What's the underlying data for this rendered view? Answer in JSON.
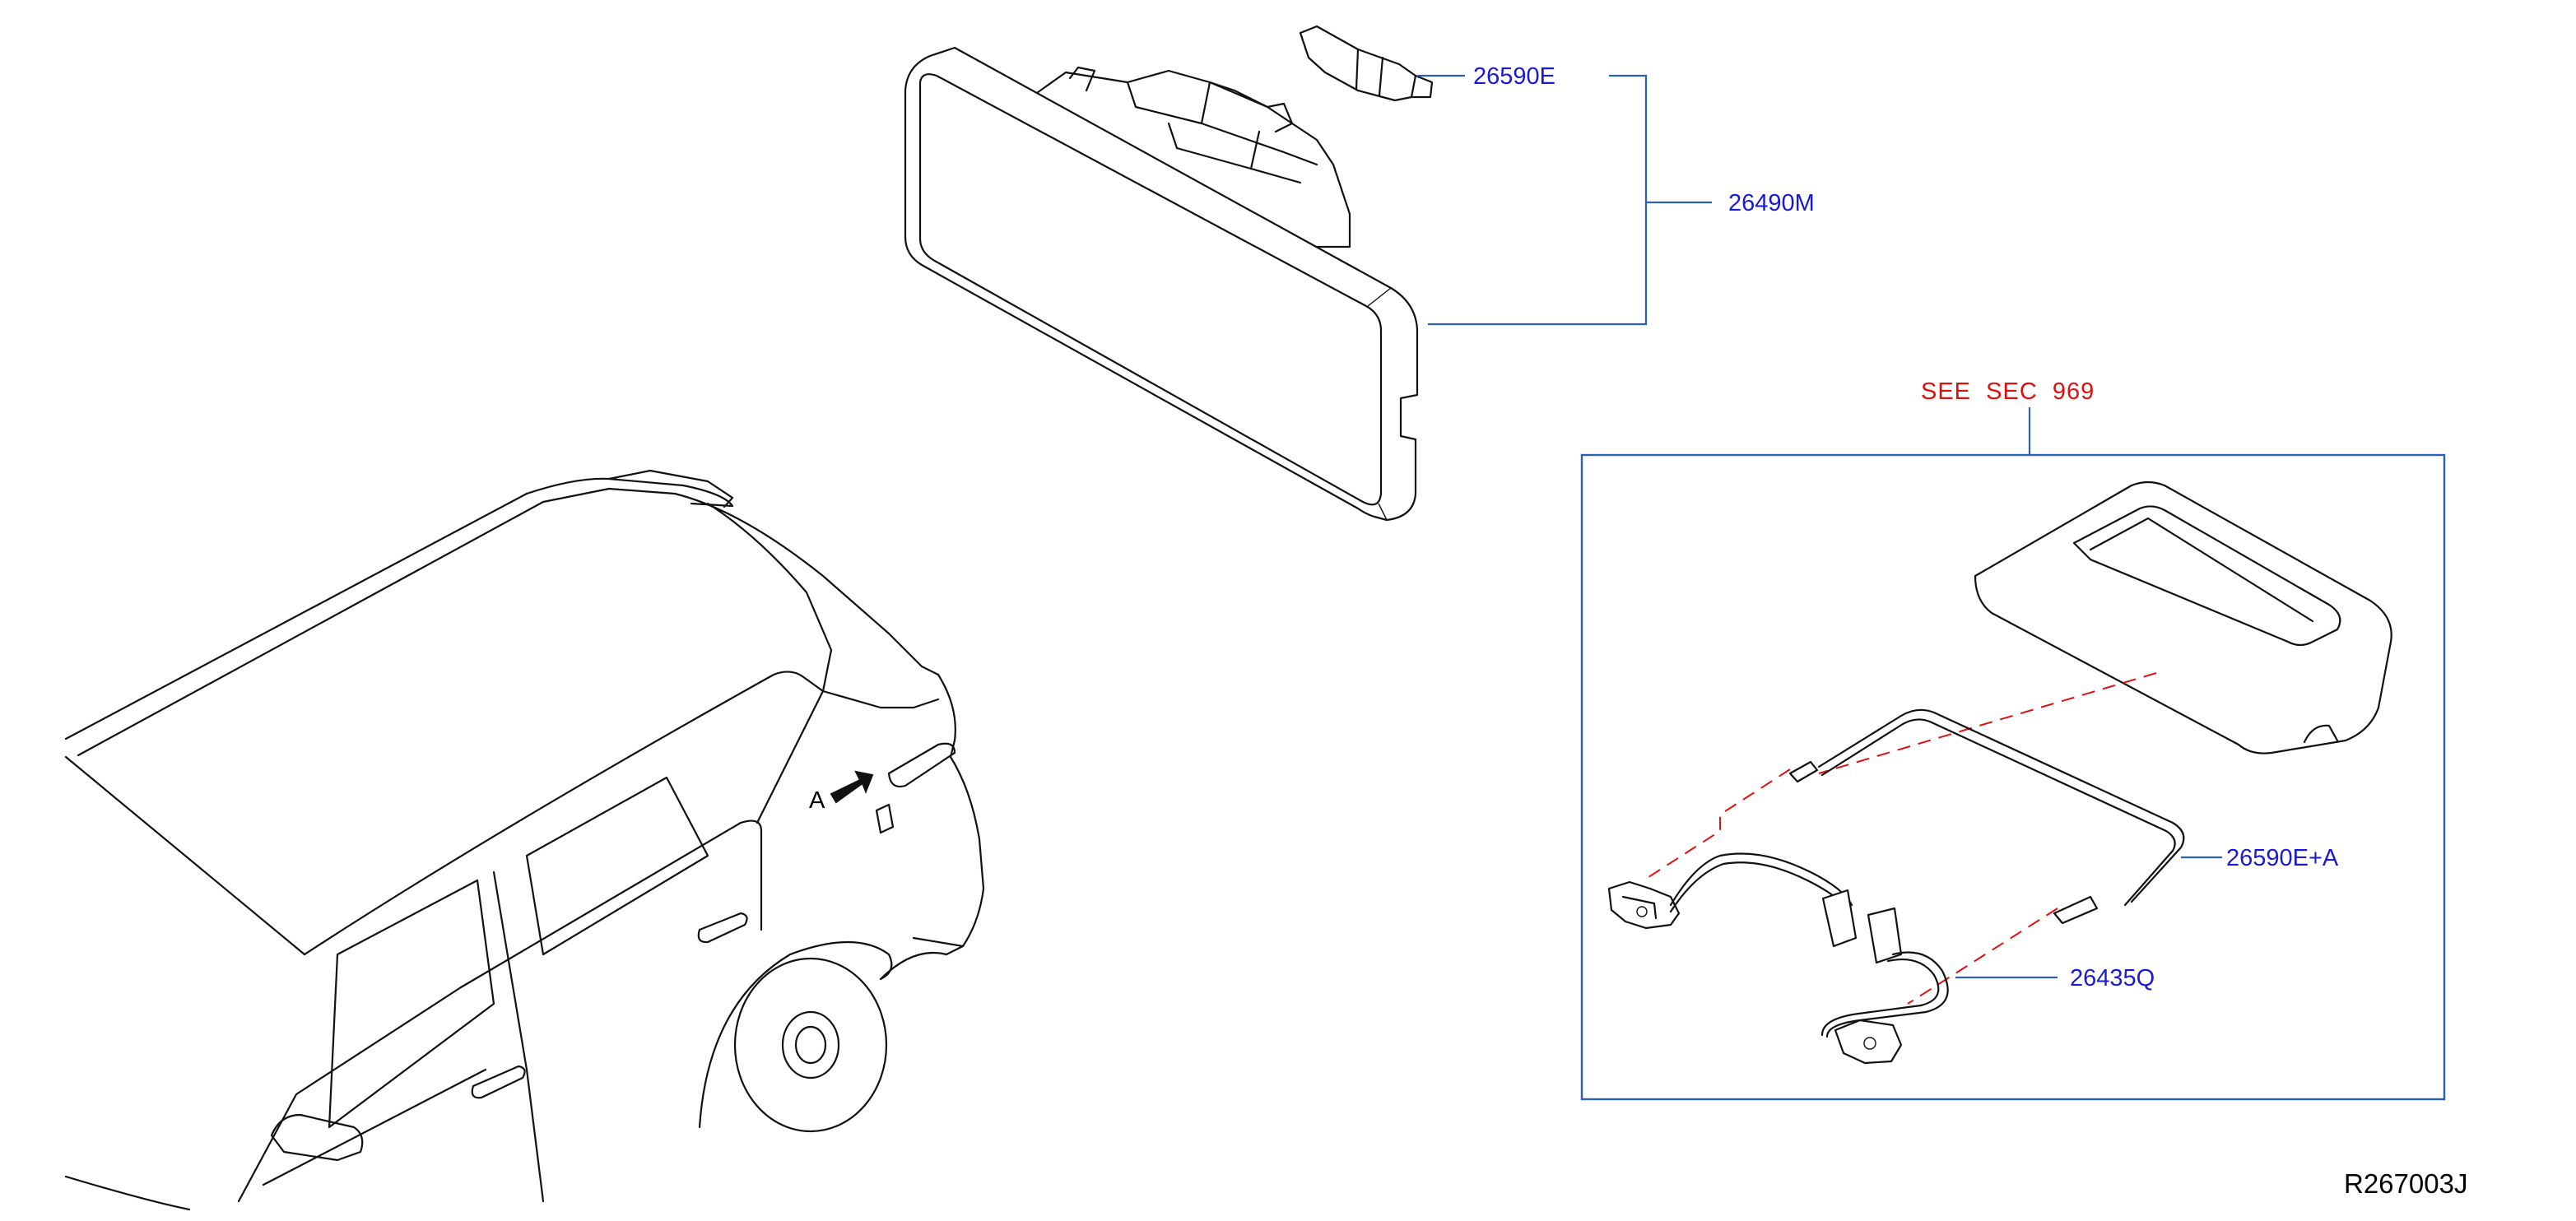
{
  "labels": {
    "bulb": "26590E",
    "lamp_assembly": "26490M",
    "wiring_harness": "26590E+A",
    "connector_harness": "26435Q",
    "section_reference": "SEE  SEC  969",
    "view_marker": "A",
    "drawing_number": "R267003J"
  },
  "colors": {
    "part_number": "#1a1ad0",
    "section_reference": "#e01010",
    "leader_line": "#2b5fb3",
    "detail_box": "#2b5fb3"
  }
}
